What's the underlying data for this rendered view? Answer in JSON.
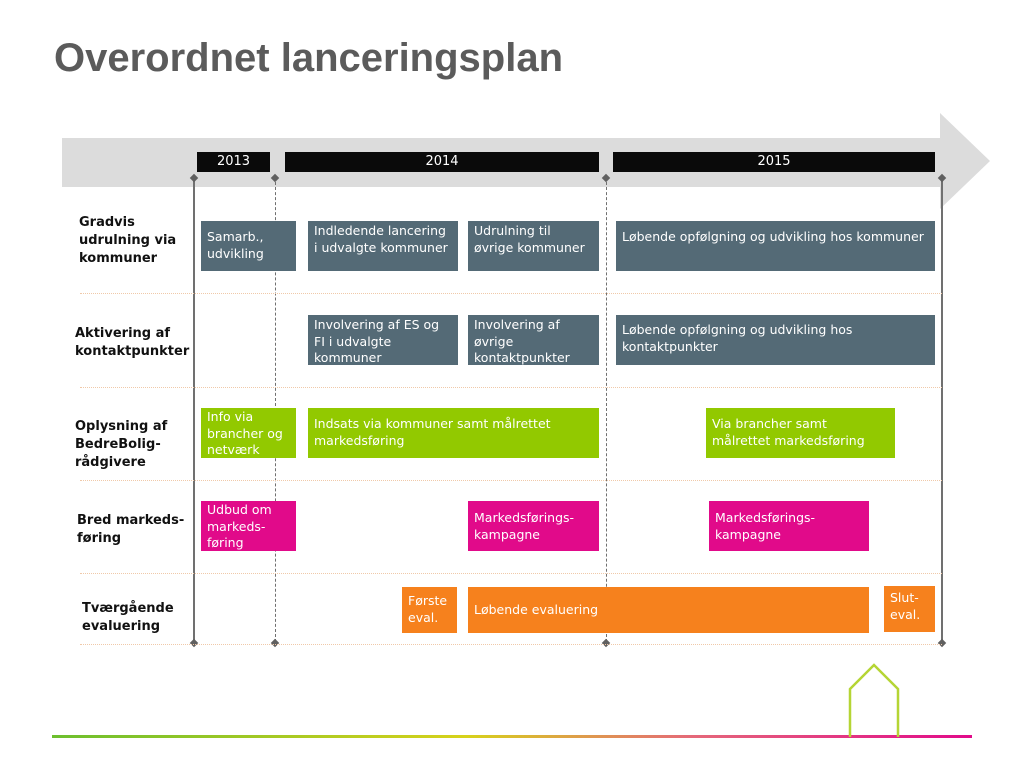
{
  "title": "Overordnet lanceringsplan",
  "years": [
    "2013",
    "2014",
    "2015"
  ],
  "rows": [
    {
      "label": "Gradvis udrulning via kommuner"
    },
    {
      "label": "Aktivering af kontaktpunkter"
    },
    {
      "label": "Oplysning af BedreBolig-rådgivere"
    },
    {
      "label": "Bred markeds-føring"
    },
    {
      "label": "Tværgående evaluering"
    }
  ],
  "boxes": {
    "samarb": "Samarb., udvikling",
    "indledende": "Indledende lancering i udvalgte kommuner",
    "udrulning": "Udrulning til øvrige kommuner",
    "lobende_kommuner": "Løbende opfølgning og udvikling hos kommuner",
    "involvering_es": "Involvering af ES og FI i udvalgte kommuner",
    "involvering_ovrige": "Involvering af øvrige kontaktpunkter",
    "lobende_kontakt": "Løbende opfølgning og udvikling hos kontaktpunkter",
    "info": "Info via brancher og netværk",
    "indsats": "Indsats via kommuner samt målrettet markedsføring",
    "via_brancher": "Via brancher samt målrettet markedsføring",
    "udbud": "Udbud om markeds-føring",
    "kampagne1": "Markedsførings-kampagne",
    "kampagne2": "Markedsførings-kampagne",
    "forste": "Første eval.",
    "lobende_eval": "Løbende evaluering",
    "slut": "Slut-eval."
  },
  "colors": {
    "gray": "#546a76",
    "green": "#92c900",
    "pink": "#e10a8a",
    "orange": "#f6811d",
    "title": "#5b5b5b",
    "arrow": "#dcdcdc"
  }
}
